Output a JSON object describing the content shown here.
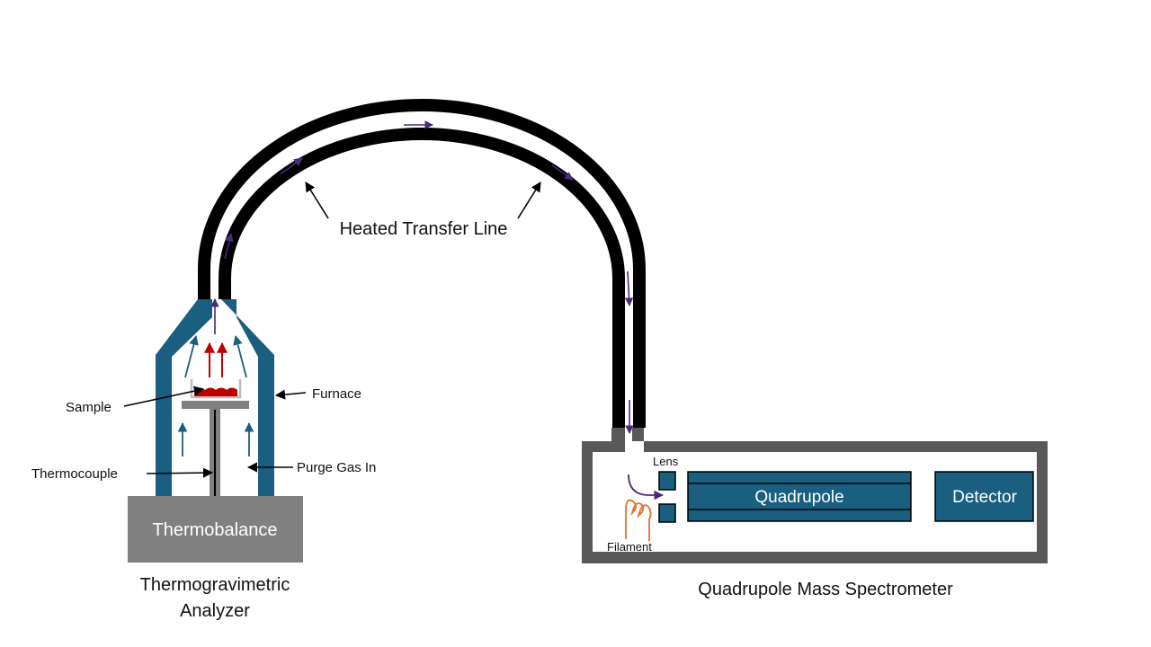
{
  "colors": {
    "furnace": "#1a5e80",
    "tube": "#000000",
    "gray": "#808080",
    "housing": "#595959",
    "flow": "#4b2a7e",
    "heat": "#c00000",
    "filament": "#e8702a"
  },
  "labels": {
    "heated_transfer_line": "Heated Transfer Line",
    "furnace": "Furnace",
    "sample": "Sample",
    "purge_gas_in": "Purge Gas In",
    "thermocouple": "Thermocouple",
    "thermobalance": "Thermobalance",
    "tga_line1": "Thermogravimetric",
    "tga_line2": "Analyzer",
    "lens": "Lens",
    "quadrupole": "Quadrupole",
    "detector": "Detector",
    "filament": "Filament",
    "qms": "Quadrupole Mass Spectrometer"
  }
}
